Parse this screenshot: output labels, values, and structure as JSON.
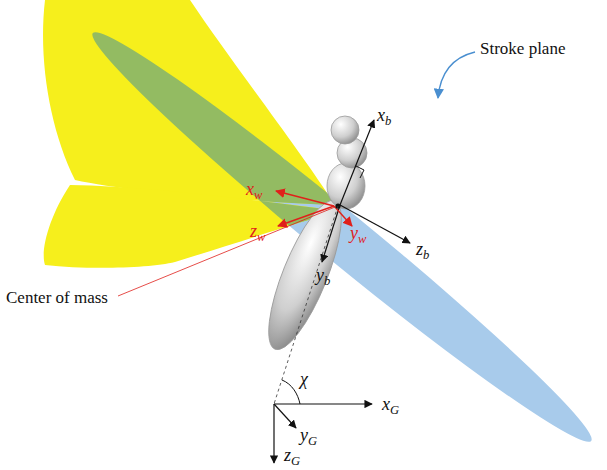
{
  "diagram": {
    "labels": [
      "Stroke plane",
      "xb",
      "xw",
      "zw",
      "yw",
      "yb",
      "zb",
      "Center of mass",
      "χ",
      "xG",
      "yG",
      "zG"
    ]
  }
}
